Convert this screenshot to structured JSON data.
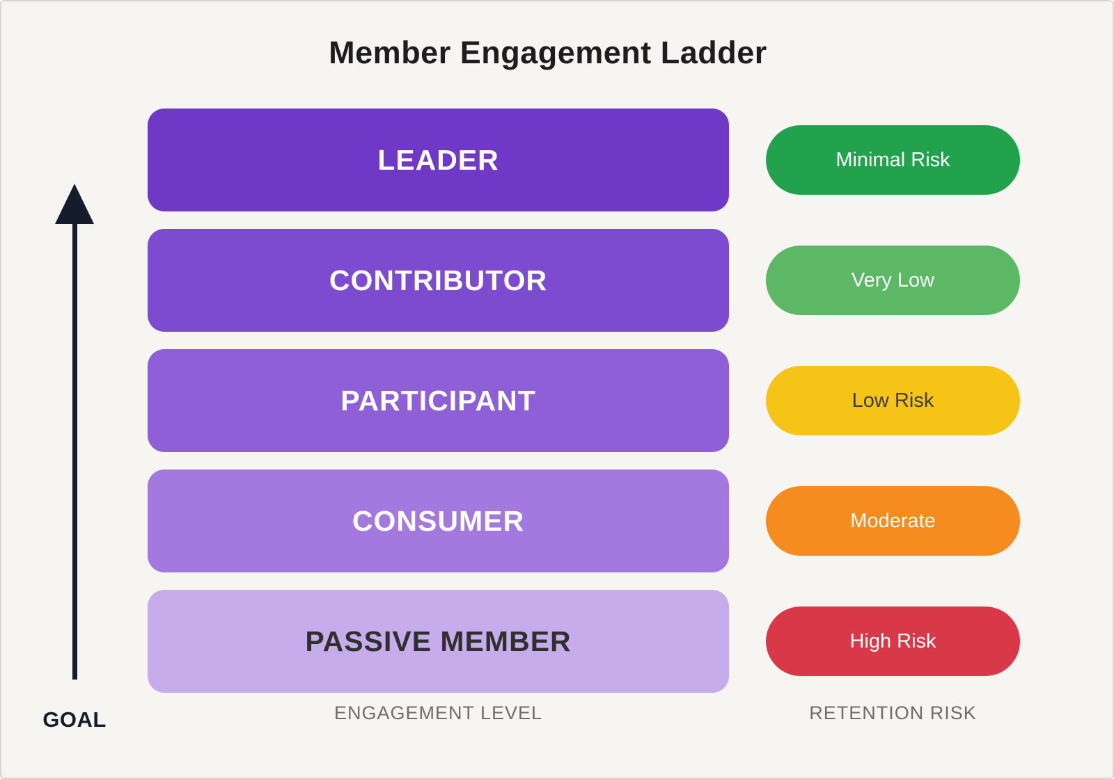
{
  "title": "Member Engagement Ladder",
  "goal_label": "GOAL",
  "columns": {
    "engagement": "ENGAGEMENT LEVEL",
    "retention": "RETENTION RISK"
  },
  "levels": [
    {
      "label": "LEADER",
      "bar_color": "#7038c6",
      "text_color": "#ffffff",
      "risk": {
        "label": "Minimal Risk",
        "color": "#22a24c",
        "text_color": "#ffffff"
      }
    },
    {
      "label": "CONTRIBUTOR",
      "bar_color": "#7c4bd0",
      "text_color": "#ffffff",
      "risk": {
        "label": "Very Low",
        "color": "#5cb865",
        "text_color": "#ffffff"
      }
    },
    {
      "label": "PARTICIPANT",
      "bar_color": "#8e5fd6",
      "text_color": "#ffffff",
      "risk": {
        "label": "Low Risk",
        "color": "#f6c417",
        "text_color": "#3d3d3d"
      }
    },
    {
      "label": "CONSUMER",
      "bar_color": "#a379df",
      "text_color": "#ffffff",
      "risk": {
        "label": "Moderate",
        "color": "#f68b1f",
        "text_color": "#ffffff"
      }
    },
    {
      "label": "PASSIVE MEMBER",
      "bar_color": "#c7acec",
      "text_color": "#2f2f2f",
      "risk": {
        "label": "High Risk",
        "color": "#d93848",
        "text_color": "#ffffff"
      }
    }
  ]
}
